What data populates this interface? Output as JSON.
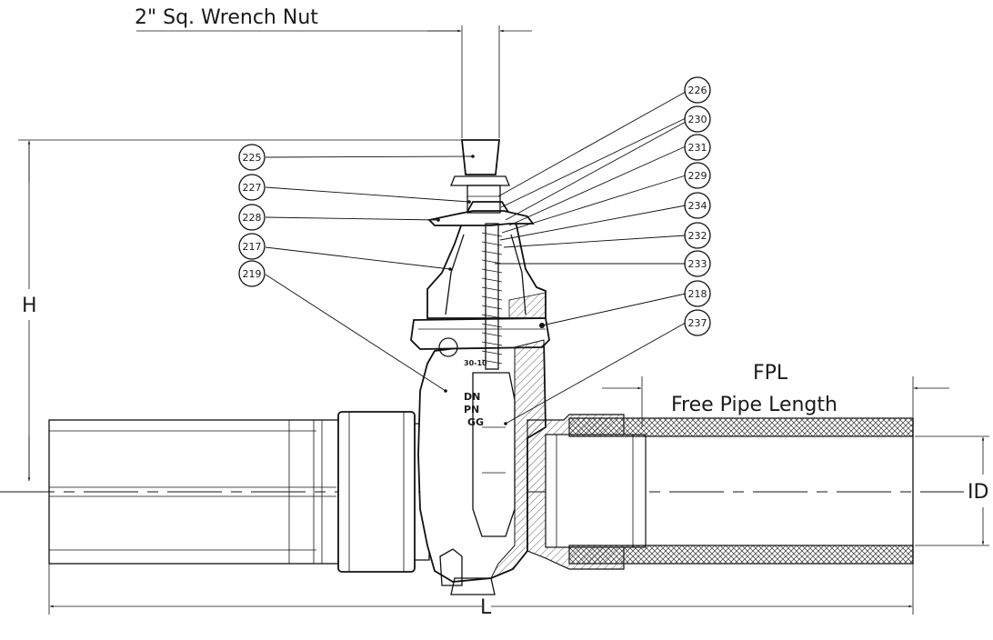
{
  "dimensions": {
    "wrench": "2\" Sq. Wrench Nut",
    "height": "H",
    "length": "L",
    "fpl": "FPL",
    "free_pipe_length": "Free Pipe Length",
    "inner_diameter": "ID"
  },
  "body_markings": {
    "line1": "30-10",
    "line2": "DN",
    "line3": "PN",
    "line4": "GG"
  },
  "callouts": [
    {
      "id": "225"
    },
    {
      "id": "227"
    },
    {
      "id": "228"
    },
    {
      "id": "217"
    },
    {
      "id": "219"
    },
    {
      "id": "226"
    },
    {
      "id": "230"
    },
    {
      "id": "231"
    },
    {
      "id": "229"
    },
    {
      "id": "234"
    },
    {
      "id": "232"
    },
    {
      "id": "233"
    },
    {
      "id": "218"
    },
    {
      "id": "237"
    }
  ]
}
